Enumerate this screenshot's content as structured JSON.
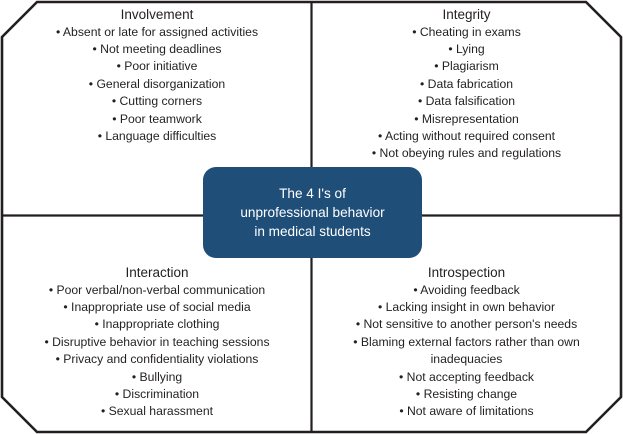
{
  "figure": {
    "title": "The 4 I's of unprofessional behavior in medical students",
    "shape": "octagon-frame-with-cross-divider",
    "colors": {
      "center_badge_fill": "#1f4e79",
      "center_badge_text": "#ffffff",
      "frame_stroke": "#231f20",
      "body_text": "#231f20",
      "background": "#ffffff"
    }
  },
  "center": {
    "line1": "The 4 I's of",
    "line2": "unprofessional behavior",
    "line3": "in medical students",
    "full_text": "The 4 I's of unprofessional behavior in medical students"
  },
  "quadrants": {
    "involvement": {
      "title": "Involvement",
      "items": [
        "• Absent or late for assigned activities",
        "• Not meeting deadlines",
        "• Poor initiative",
        "• General disorganization",
        "• Cutting corners",
        "• Poor teamwork",
        "• Language difficulties"
      ]
    },
    "integrity": {
      "title": "Integrity",
      "items": [
        "• Cheating in exams",
        "• Lying",
        "• Plagiarism",
        "• Data fabrication",
        "• Data falsification",
        "• Misrepresentation",
        "• Acting without required consent",
        "• Not obeying rules and regulations"
      ]
    },
    "interaction": {
      "title": "Interaction",
      "items": [
        "• Poor verbal/non-verbal communication",
        "• Inappropriate use of social media",
        "• Inappropriate clothing",
        "• Disruptive behavior in teaching sessions",
        "• Privacy and confidentiality violations",
        "• Bullying",
        "• Discrimination",
        "• Sexual harassment"
      ]
    },
    "introspection": {
      "title": "Introspection",
      "items": [
        "• Avoiding feedback",
        "• Lacking insight in own behavior",
        "• Not sensitive to another person's needs",
        "• Blaming external factors rather than own inadequacies",
        "• Not accepting feedback",
        "• Resisting change",
        "• Not aware of limitations"
      ]
    }
  }
}
